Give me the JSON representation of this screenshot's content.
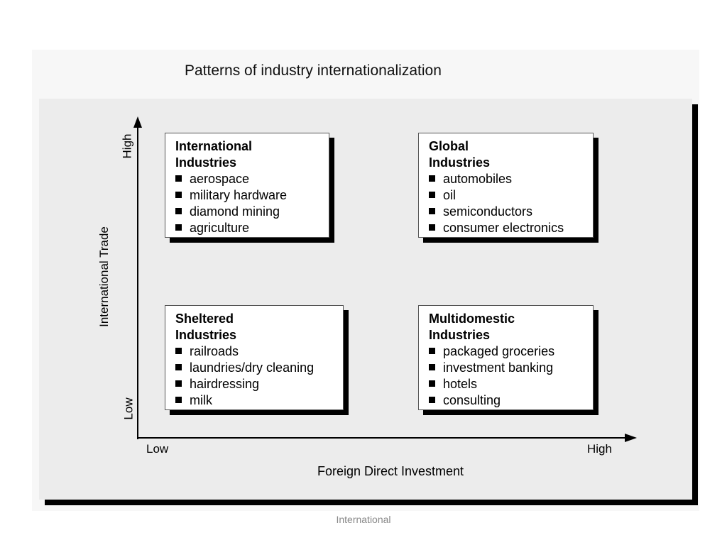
{
  "title": "Patterns of industry internationalization",
  "axes": {
    "y_title": "International Trade",
    "y_high": "High",
    "y_low": "Low",
    "x_title": "Foreign Direct Investment",
    "x_low": "Low",
    "x_high": "High"
  },
  "quadrants": {
    "international": {
      "heading_line1": "International",
      "heading_line2": "Industries",
      "items": [
        "aerospace",
        "military hardware",
        "diamond mining",
        "agriculture"
      ]
    },
    "global": {
      "heading_line1": "Global",
      "heading_line2": "Industries",
      "items": [
        "automobiles",
        "oil",
        "semiconductors",
        "consumer electronics"
      ]
    },
    "sheltered": {
      "heading_line1": "Sheltered",
      "heading_line2": "Industries",
      "items": [
        "railroads",
        "laundries/dry cleaning",
        "hairdressing",
        "milk"
      ]
    },
    "multidomestic": {
      "heading_line1": "Multidomestic",
      "heading_line2": "Industries",
      "items": [
        "packaged groceries",
        "investment banking",
        "hotels",
        "consulting"
      ]
    }
  },
  "footer": "International"
}
